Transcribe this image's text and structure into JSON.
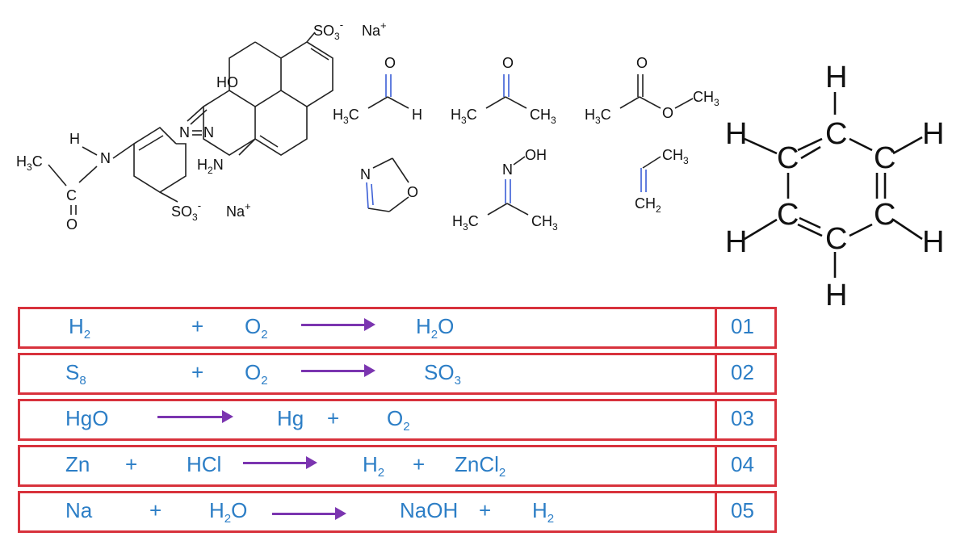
{
  "molecules": {
    "dye": {
      "so3_top": "SO",
      "so3_top_sub": "3",
      "so3_top_sup": "-",
      "na_top": "Na",
      "na_sup": "+",
      "ho": "HO",
      "n1": "N",
      "n2": "N",
      "nh2": "H",
      "nh2_sub": "2",
      "nh2_n": "N",
      "h3c": "H",
      "h3c_sub": "3",
      "c": "C",
      "o": "O",
      "h": "H",
      "n": "N",
      "so3_bot": "SO",
      "so3_bot_sub": "3",
      "so3_bot_sup": "-",
      "na_bot": "Na",
      "na_bot_sup": "+"
    },
    "acetaldehyde": {
      "o": "O",
      "h3c": "H",
      "sub": "3",
      "c": "C",
      "h": "H"
    },
    "acetone": {
      "o": "O",
      "h3c": "H",
      "sub": "3",
      "c": "C",
      "ch3": "CH",
      "sub2": "3"
    },
    "methyl_acetate": {
      "o": "O",
      "h3c": "H",
      "sub": "3",
      "c": "C",
      "o2": "O",
      "ch3": "CH",
      "sub2": "3"
    },
    "oxazoline": {
      "n": "N",
      "o": "O"
    },
    "oxime": {
      "n": "N",
      "oh": "OH",
      "h3c": "H",
      "sub": "3",
      "c": "C",
      "ch3": "CH",
      "sub2": "3"
    },
    "propene": {
      "ch3": "CH",
      "sub": "3",
      "ch2": "CH",
      "sub2": "2"
    },
    "benzene": {
      "c": "C",
      "h": "H"
    }
  },
  "reactions": [
    {
      "index": "01",
      "reactant1": "H",
      "r1sub": "2",
      "plus1": "+",
      "reactant2": "O",
      "r2sub": "2",
      "product1": "H",
      "p1sub": "2",
      "p1tail": "O"
    },
    {
      "index": "02",
      "reactant1": "S",
      "r1sub": "8",
      "plus1": "+",
      "reactant2": "O",
      "r2sub": "2",
      "product1": "SO",
      "p1sub": "3"
    },
    {
      "index": "03",
      "reactant1": "HgO",
      "product1": "Hg",
      "plus1": "+",
      "product2": "O",
      "p2sub": "2"
    },
    {
      "index": "04",
      "reactant1": "Zn",
      "plus1": "+",
      "reactant2": "HCl",
      "product1": "H",
      "p1sub": "2",
      "plus2": "+",
      "product2": "ZnCl",
      "p2sub": "2"
    },
    {
      "index": "05",
      "reactant1": "Na",
      "plus1": "+",
      "reactant2": "H",
      "r2sub": "2",
      "r2tail": "O",
      "product1": "NaOH",
      "plus2": "+",
      "product2": "H",
      "p2sub": "2"
    }
  ],
  "colors": {
    "border": "#d8323c",
    "text": "#2c7ec6",
    "arrow": "#7b35b0",
    "bond_blue": "#3a5ed6"
  }
}
